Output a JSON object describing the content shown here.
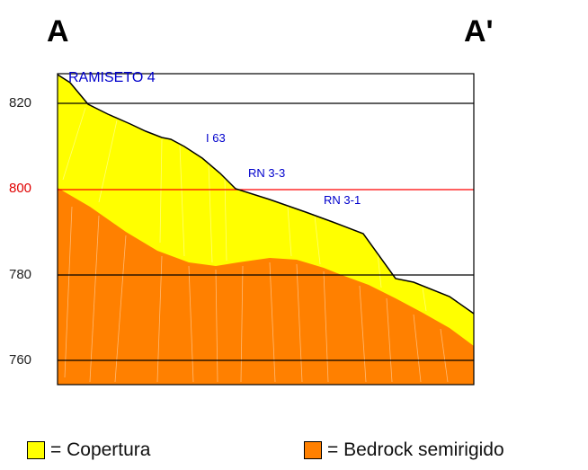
{
  "endpoints": {
    "left": "A",
    "right": "A'"
  },
  "y_axis": {
    "ticks": [
      820,
      800,
      780,
      760
    ],
    "highlight_tick": 800,
    "highlight_color": "#e00000"
  },
  "well_labels": [
    "RAMISETO 4",
    "I 63",
    "RN 3-3",
    "RN 3-1"
  ],
  "colors": {
    "copertura": "#ffff00",
    "bedrock": "#ff8000",
    "well_label": "#0000cc",
    "gridline": "#000000"
  },
  "legend": [
    {
      "label": "= Copertura",
      "color": "#ffff00"
    },
    {
      "label": "= Bedrock semirigido",
      "color": "#ff8000"
    }
  ]
}
